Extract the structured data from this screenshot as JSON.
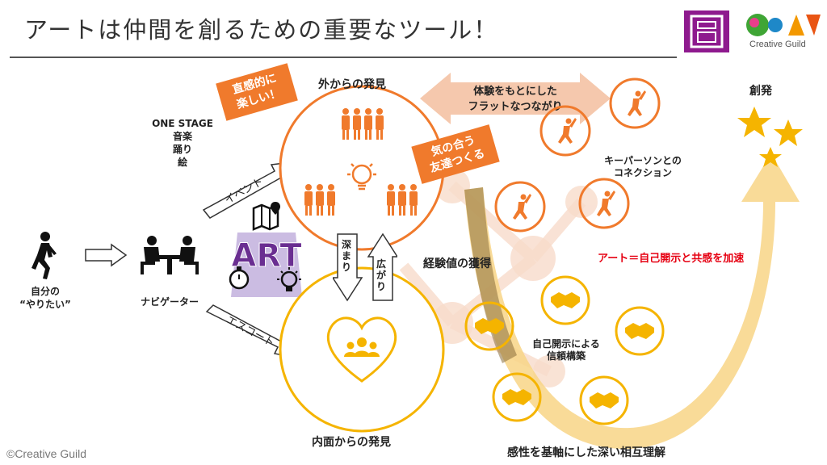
{
  "title": "アートは仲間を創るための重要なツール！",
  "logo": {
    "brand_text": "Creative Guild"
  },
  "copyright": "©Creative Guild",
  "left": {
    "person_label_1": "自分の",
    "person_label_2": "“やりたい”",
    "navigator_label": "ナビゲーター",
    "one_stage": {
      "title": "ONE STAGE",
      "items": [
        "音楽",
        "踊り",
        "絵"
      ]
    },
    "event_arrow": "イベント",
    "escort_arrow": "エスコート",
    "art_text": "ART"
  },
  "circles": {
    "outer_title": "外からの発見",
    "inner_title": "内面からの発見",
    "deepen": "深まり",
    "widen": "広がり",
    "tag_fun": [
      "直感的に",
      "楽しい！"
    ],
    "tag_friends": [
      "気の合う",
      "友達つくる"
    ]
  },
  "right": {
    "flat_banner": [
      "体験をもとにした",
      "フラットなつながり"
    ],
    "keyperson": [
      "キーパーソンとの",
      "コネクション"
    ],
    "experience": "経験値の獲得",
    "acceleration": "アート＝自己開示と共感を加速",
    "trust": [
      "自己開示による",
      "信頼構築"
    ],
    "bottom": "感性を基軸にした深い相互理解",
    "creation": "創発"
  },
  "colors": {
    "orange": "#f07a2c",
    "gold": "#f5b400",
    "red_text": "#e60012",
    "purple": "#6a2e91",
    "peach": "#f5c8ad",
    "arrow_yellow": "#f8d586"
  }
}
